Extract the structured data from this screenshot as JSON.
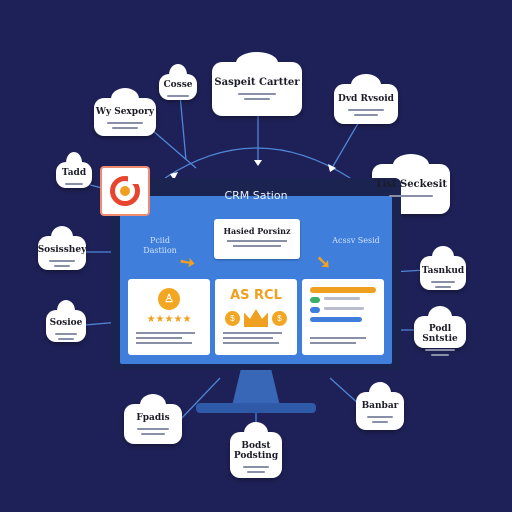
{
  "screen": {
    "title": "CRM Sation",
    "left_label": "Pciid Dastiion",
    "right_label": "Acssv Sesid",
    "center_card_title": "Hasied Porsinz",
    "panel_middle_text": "AS RCL"
  },
  "nodes": [
    {
      "id": "top-left-small",
      "title": "Cosse"
    },
    {
      "id": "top-center",
      "title": "Saspeit Cartter"
    },
    {
      "id": "top-right",
      "title": "Dvd Rvsoid"
    },
    {
      "id": "upper-left",
      "title": "Wy Sexpory"
    },
    {
      "id": "left-small",
      "title": "Tadd"
    },
    {
      "id": "right-upper",
      "title": "Tist Seckesit"
    },
    {
      "id": "left-middle",
      "title": "Sosisshey"
    },
    {
      "id": "right-middle",
      "title": "Tasnkud"
    },
    {
      "id": "left-lower",
      "title": "Sosioe"
    },
    {
      "id": "right-lower",
      "title": "Podl Sntstie"
    },
    {
      "id": "bottom-left",
      "title": "Fpadis"
    },
    {
      "id": "bottom-center",
      "title": "Bodst Podsting"
    },
    {
      "id": "bottom-right",
      "title": "Banbar"
    }
  ],
  "icons": {
    "logo": "target-logo-icon",
    "stars": "rating-stars-icon",
    "crown": "crown-icon",
    "coin": "coin-icon"
  },
  "colors": {
    "background": "#1e2157",
    "screen": "#3f7fdb",
    "accent": "#f0a020",
    "logo_red": "#e8452e"
  }
}
